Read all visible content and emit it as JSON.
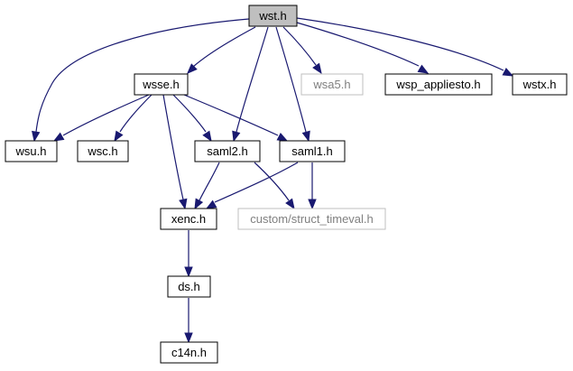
{
  "diagram": {
    "nodes": {
      "wst": {
        "label": "wst.h",
        "style": "root"
      },
      "wsse": {
        "label": "wsse.h",
        "style": "normal"
      },
      "wsa5": {
        "label": "wsa5.h",
        "style": "external"
      },
      "wsp_appliesto": {
        "label": "wsp_appliesto.h",
        "style": "normal"
      },
      "wstx": {
        "label": "wstx.h",
        "style": "normal"
      },
      "wsu": {
        "label": "wsu.h",
        "style": "normal"
      },
      "wsc": {
        "label": "wsc.h",
        "style": "normal"
      },
      "saml2": {
        "label": "saml2.h",
        "style": "normal"
      },
      "saml1": {
        "label": "saml1.h",
        "style": "normal"
      },
      "xenc": {
        "label": "xenc.h",
        "style": "normal"
      },
      "struct_timeval": {
        "label": "custom/struct_timeval.h",
        "style": "external"
      },
      "ds": {
        "label": "ds.h",
        "style": "normal"
      },
      "c14n": {
        "label": "c14n.h",
        "style": "normal"
      }
    },
    "edges": [
      {
        "from": "wst",
        "to": "wsse"
      },
      {
        "from": "wst",
        "to": "wsu"
      },
      {
        "from": "wst",
        "to": "saml2"
      },
      {
        "from": "wst",
        "to": "saml1"
      },
      {
        "from": "wst",
        "to": "wsa5"
      },
      {
        "from": "wst",
        "to": "wsp_appliesto"
      },
      {
        "from": "wst",
        "to": "wstx"
      },
      {
        "from": "wsse",
        "to": "wsu"
      },
      {
        "from": "wsse",
        "to": "wsc"
      },
      {
        "from": "wsse",
        "to": "saml2"
      },
      {
        "from": "wsse",
        "to": "saml1"
      },
      {
        "from": "wsse",
        "to": "xenc"
      },
      {
        "from": "saml2",
        "to": "xenc"
      },
      {
        "from": "saml2",
        "to": "struct_timeval"
      },
      {
        "from": "saml1",
        "to": "xenc"
      },
      {
        "from": "saml1",
        "to": "struct_timeval"
      },
      {
        "from": "xenc",
        "to": "ds"
      },
      {
        "from": "ds",
        "to": "c14n"
      }
    ],
    "colors": {
      "edge": "#191970",
      "root_fill": "#bfbfbf",
      "node_border": "#000000",
      "external_border": "#bfbfbf",
      "external_text": "#808080",
      "node_text": "#000000"
    }
  }
}
